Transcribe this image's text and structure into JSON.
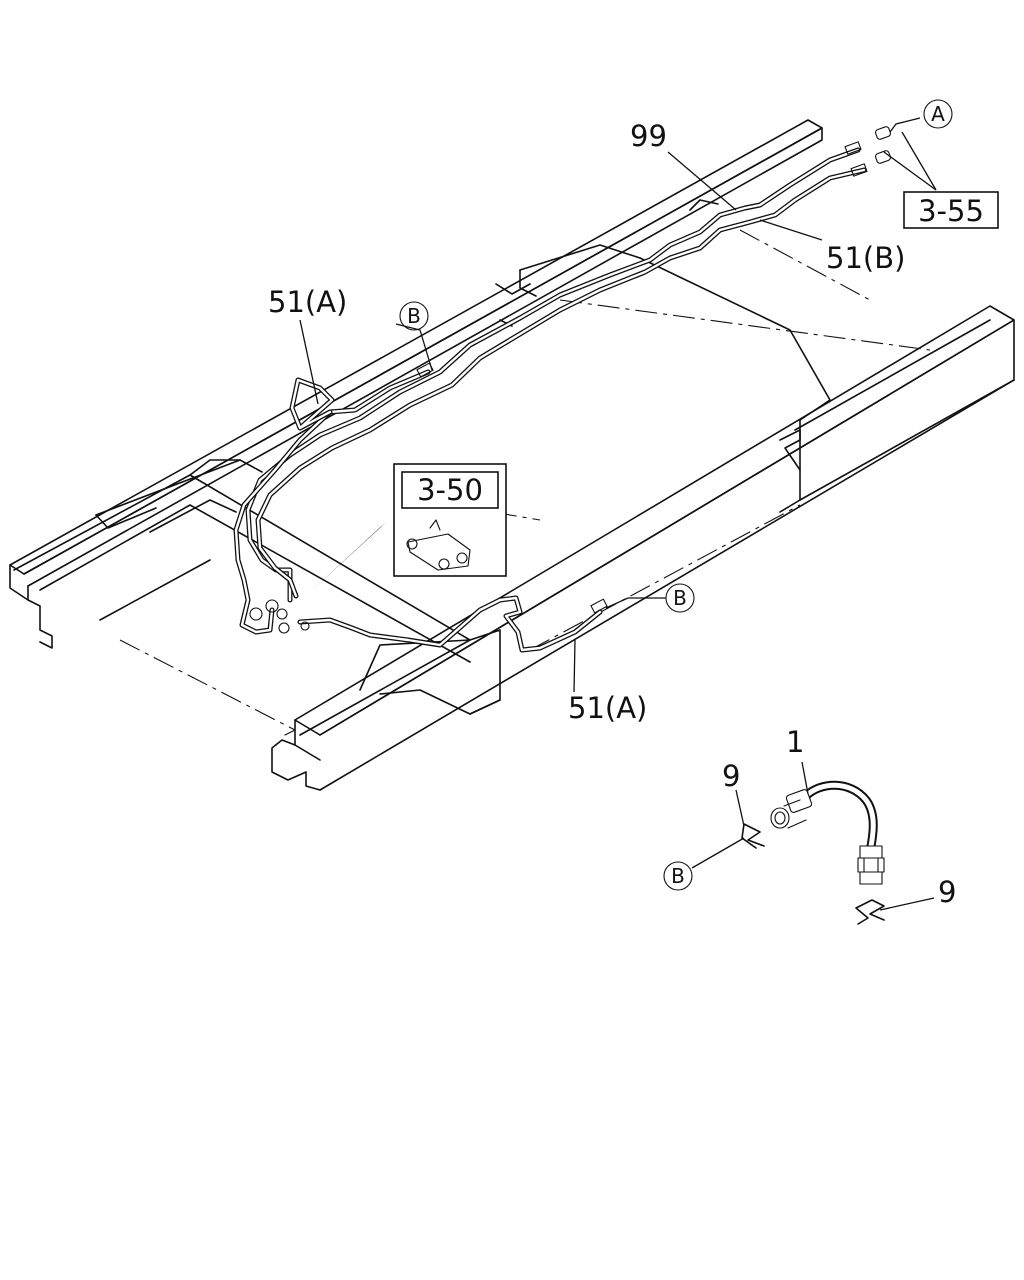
{
  "callouts": {
    "part_99": "99",
    "part_51b": "51(B)",
    "part_51a_top": "51(A)",
    "part_51a_bottom": "51(A)",
    "part_1": "1",
    "part_9_top": "9",
    "part_9_bottom": "9",
    "ref_a": "A",
    "ref_b_top": "B",
    "ref_b_right": "B",
    "ref_b_detail": "B",
    "ref_3_55": "3-55",
    "ref_3_50": "3-50"
  }
}
